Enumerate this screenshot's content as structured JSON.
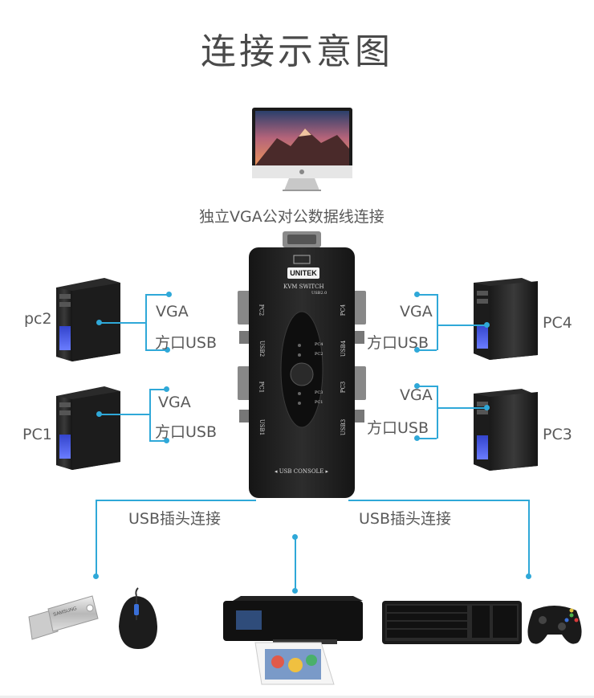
{
  "title": "连接示意图",
  "monitor_label": "独立VGA公对公数据线连接",
  "pcs": {
    "pc2": "pc2",
    "pc1": "PC1",
    "pc4": "PC4",
    "pc3": "PC3"
  },
  "port_labels": {
    "vga": "VGA",
    "usb": "方口USB"
  },
  "usb_plug_label": "USB插头连接",
  "kvm": {
    "brand": "UNITEK",
    "model": "KVM  SWITCH",
    "sub": "USB2.0",
    "console": "◂ USB CONSOLE ▸",
    "left_ports": [
      "PC2",
      "USB2",
      "PC1",
      "USB1"
    ],
    "right_ports": [
      "PC4",
      "USB4",
      "PC3",
      "USB3"
    ],
    "leds": [
      "PC4",
      "PC2",
      "PC3",
      "PC1"
    ]
  },
  "flashdrive_text": "SAMSUNG",
  "accent_color": "#2fa8d8"
}
